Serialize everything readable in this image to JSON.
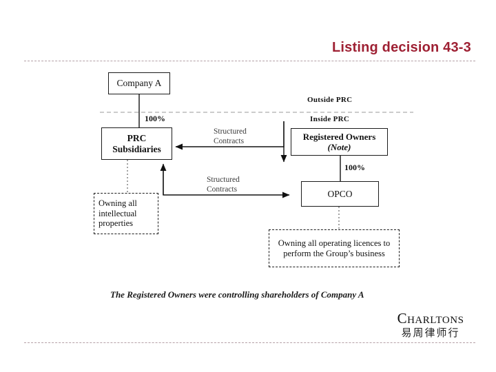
{
  "slide": {
    "title": "Listing decision 43-3",
    "title_color": "#9E2033",
    "rule_color": "#B4A0A6",
    "background": "#FFFFFF"
  },
  "diagram": {
    "type": "org-structure-vie",
    "nodes": [
      {
        "id": "company-a",
        "label": "Company A",
        "style": "solid",
        "region": "outside-prc"
      },
      {
        "id": "prc-subs",
        "label": "PRC\nSubsidiaries",
        "style": "solid",
        "region": "inside-prc"
      },
      {
        "id": "registered",
        "label": "Registered Owners",
        "sublabel": "(Note)",
        "style": "solid",
        "region": "inside-prc"
      },
      {
        "id": "opco",
        "label": "OPCO",
        "style": "solid",
        "region": "inside-prc"
      },
      {
        "id": "ip",
        "label": "Owning all\nintellectual\nproperties",
        "style": "dashed",
        "region": "inside-prc"
      },
      {
        "id": "licences",
        "label": "Owning all operating licences\nto perform the Group’s\nbusiness",
        "style": "dashed",
        "region": "inside-prc"
      }
    ],
    "edges": [
      {
        "from": "company-a",
        "to": "prc-subs",
        "label": "100%",
        "kind": "ownership"
      },
      {
        "from": "registered",
        "to": "opco",
        "label": "100%",
        "kind": "ownership"
      },
      {
        "from": "registered",
        "to": "prc-subs",
        "label": "Structured\nContracts",
        "kind": "contract"
      },
      {
        "from": "prc-subs",
        "to": "opco",
        "label": "Structured\nContracts",
        "kind": "contract"
      },
      {
        "from": "prc-subs",
        "to": "ip",
        "label": "",
        "kind": "attribute"
      },
      {
        "from": "opco",
        "to": "licences",
        "label": "",
        "kind": "attribute"
      }
    ],
    "region_labels": {
      "outside": "Outside  PRC",
      "inside": "Inside PRC"
    },
    "ownership_labels": {
      "company_to_subs": "100%",
      "owners_to_opco": "100%"
    },
    "contract_labels": {
      "upper": "Structured\nContracts",
      "lower": "Structured\nContracts"
    },
    "footnote": "The Registered Owners were controlling shareholders of Company A"
  },
  "logo": {
    "name_en": "Charltons",
    "name_cn": "易周律师行"
  }
}
